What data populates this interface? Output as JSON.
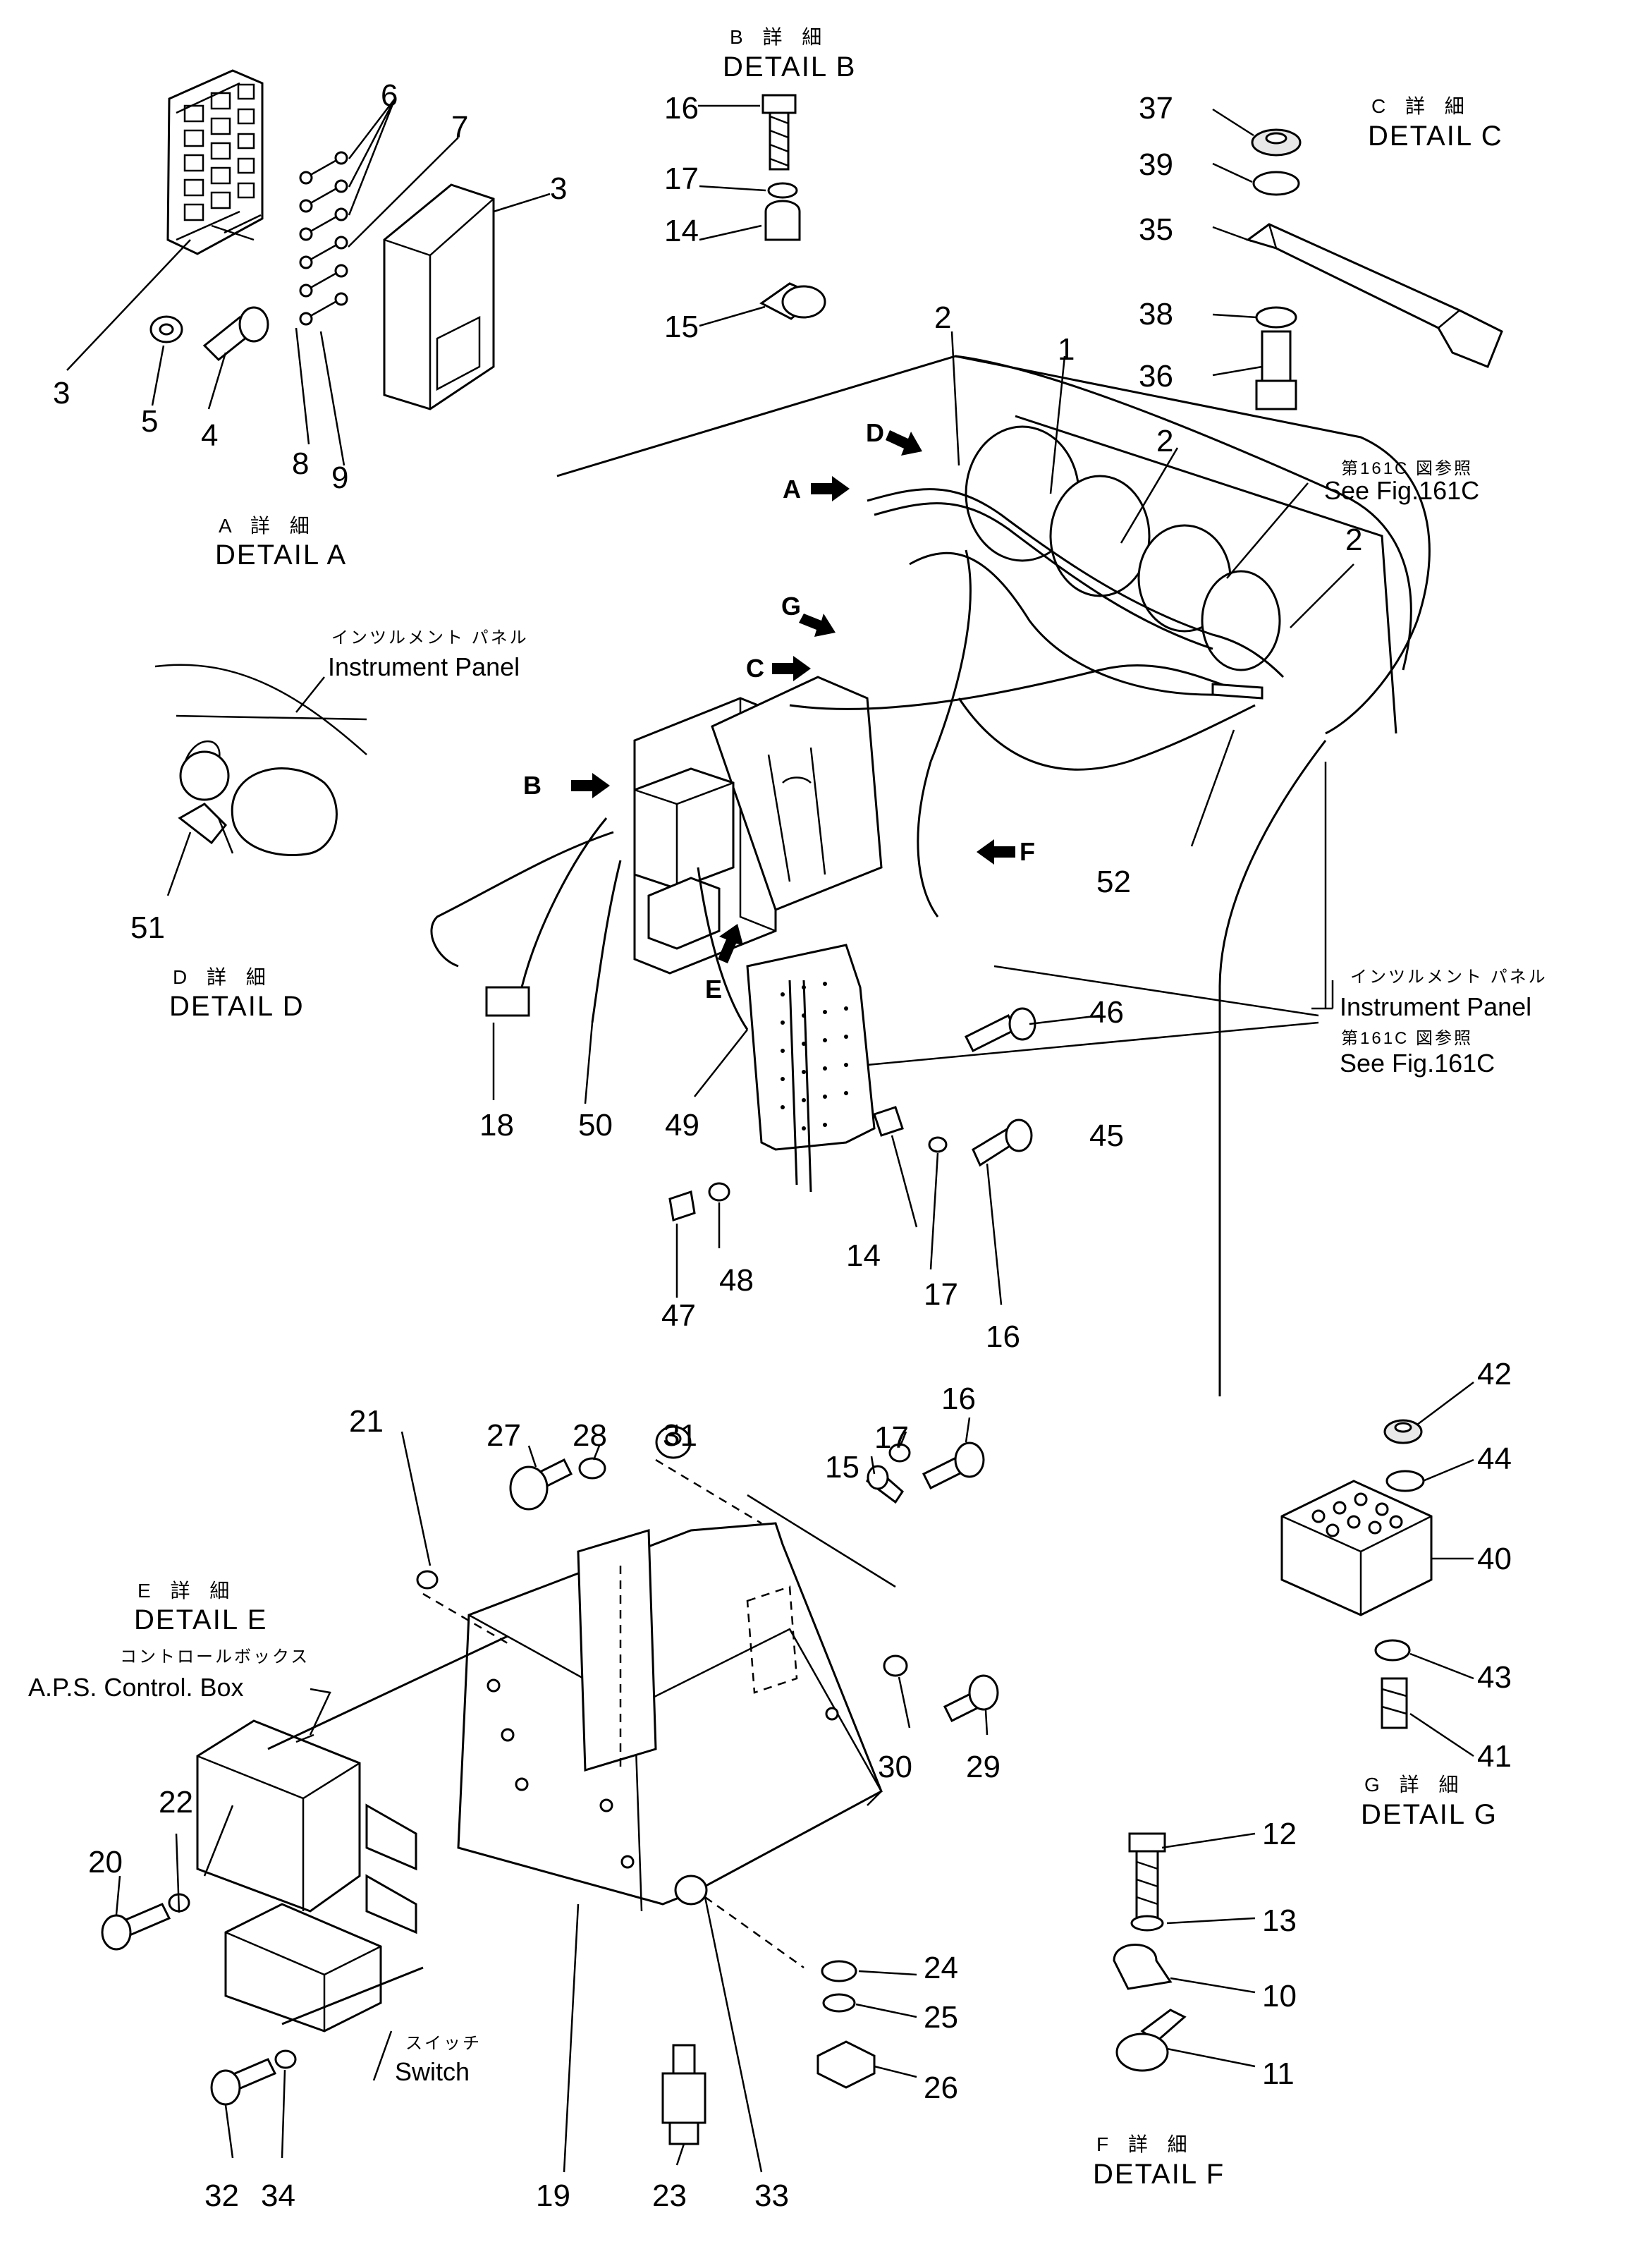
{
  "detail_titles": {
    "a": {
      "jp": "A 詳 細",
      "en": "DETAIL A"
    },
    "b": {
      "jp": "B 詳 細",
      "en": "DETAIL B"
    },
    "c": {
      "jp": "C 詳 細",
      "en": "DETAIL C"
    },
    "d": {
      "jp": "D 詳 細",
      "en": "DETAIL D"
    },
    "e": {
      "jp": "E 詳 細",
      "en": "DETAIL E"
    },
    "f": {
      "jp": "F 詳 細",
      "en": "DETAIL F"
    },
    "g": {
      "jp": "G 詳 細",
      "en": "DETAIL G"
    }
  },
  "view_arrows": {
    "a": "A",
    "b": "B",
    "c": "C",
    "d": "D",
    "e": "E",
    "f": "F",
    "g": "G"
  },
  "labels": {
    "instrument_panel_jp": "インツルメント パネル",
    "instrument_panel_en": "Instrument Panel",
    "see_fig_jp": "第161C 図参照",
    "see_fig_en": "See  Fig.161C",
    "control_box_jp": "コントロールボックス",
    "control_box_en": "A.P.S. Control. Box",
    "switch_jp": "スイッチ",
    "switch_en": "Switch"
  },
  "part_numbers": {
    "p1": "1",
    "p2": "2",
    "p3": "3",
    "p4": "4",
    "p5": "5",
    "p6": "6",
    "p7": "7",
    "p8": "8",
    "p9": "9",
    "p10": "10",
    "p11": "11",
    "p12": "12",
    "p13": "13",
    "p14": "14",
    "p15": "15",
    "p16": "16",
    "p17": "17",
    "p18": "18",
    "p19": "19",
    "p20": "20",
    "p21": "21",
    "p22": "22",
    "p23": "23",
    "p24": "24",
    "p25": "25",
    "p26": "26",
    "p27": "27",
    "p28": "28",
    "p29": "29",
    "p30": "30",
    "p31": "31",
    "p32": "32",
    "p33": "33",
    "p34": "34",
    "p35": "35",
    "p36": "36",
    "p37": "37",
    "p38": "38",
    "p39": "39",
    "p40": "40",
    "p41": "41",
    "p42": "42",
    "p43": "43",
    "p44": "44",
    "p45": "45",
    "p46": "46",
    "p47": "47",
    "p48": "48",
    "p49": "49",
    "p50": "50",
    "p51": "51",
    "p52": "52"
  }
}
